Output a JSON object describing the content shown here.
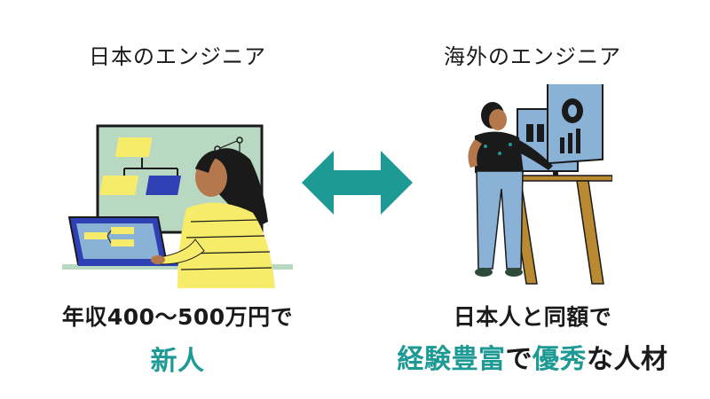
{
  "left": {
    "heading": "日本のエンジニア",
    "caption_line1": "年収400〜500万円で",
    "caption_line2": "新人"
  },
  "right": {
    "heading": "海外のエンジニア",
    "caption_line1": "日本人と同額で",
    "caption_line2_parts": [
      "経験豊富",
      "で",
      "優秀",
      "な人材"
    ]
  },
  "colors": {
    "accent_teal": "#1e9a95",
    "board_green": "#b9d8c2",
    "sticky_yellow": "#f7ec6a",
    "sticky_blue": "#2f3fb4",
    "monitor_blue": "#8ab1d6",
    "desk_brown": "#b98a32"
  },
  "icons": {
    "arrow": "double-headed-arrow-icon"
  }
}
